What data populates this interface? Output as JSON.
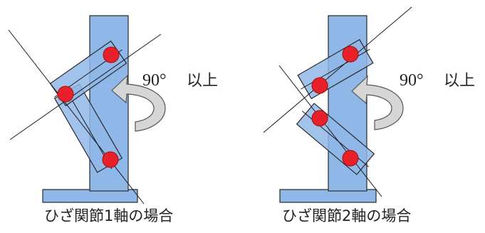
{
  "left": {
    "angle_value": "90°",
    "angle_suffix": "以上",
    "caption": "ひざ関節1軸の場合"
  },
  "right": {
    "angle_value": "90°",
    "angle_suffix": "以上",
    "caption": "ひざ関節2軸の場合"
  },
  "colors": {
    "link_fill": "#8fb7e8",
    "joint_fill": "#e8202a",
    "arrow_fill": "#d6d6d6"
  }
}
